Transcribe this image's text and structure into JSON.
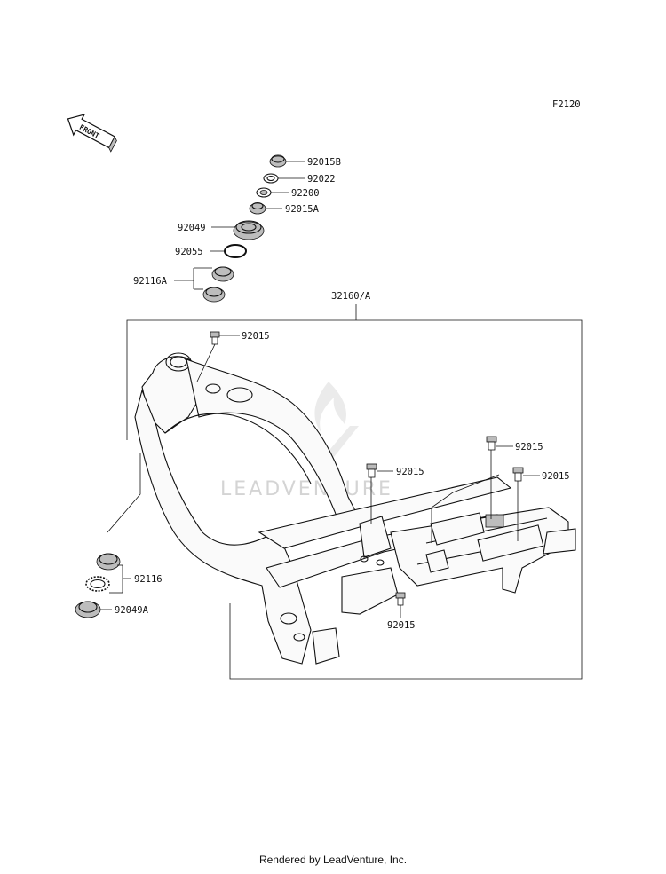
{
  "diagram": {
    "code": "F2120",
    "front_label": "FRONT",
    "watermark": "LEADVENTURE",
    "parts": {
      "p92015B": "92015B",
      "p92022": "92022",
      "p92200": "92200",
      "p92015A": "92015A",
      "p92049": "92049",
      "p92055": "92055",
      "p92116A": "92116A",
      "p32160A": "32160/A",
      "p92015_top": "92015",
      "p92015_rear1": "92015",
      "p92015_mid": "92015",
      "p92015_rear2": "92015",
      "p92015_low": "92015",
      "p92116": "92116",
      "p92049A": "92049A"
    }
  },
  "footer": "Rendered by LeadVenture, Inc."
}
